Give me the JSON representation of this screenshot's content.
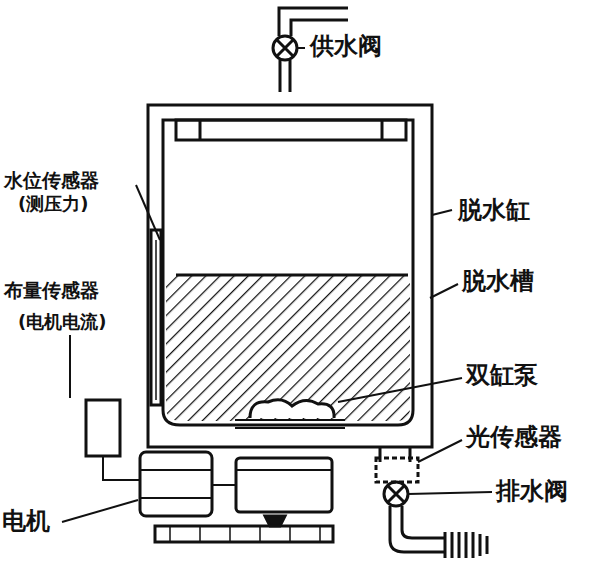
{
  "diagram": {
    "labels": [
      "供水阀",
      "水位传感器",
      "(测压力)",
      "布量传感器",
      "(电机电流)",
      "脱水缸",
      "脱水槽",
      "双缸泵",
      "光传感器",
      "排水阀",
      "电机"
    ]
  }
}
